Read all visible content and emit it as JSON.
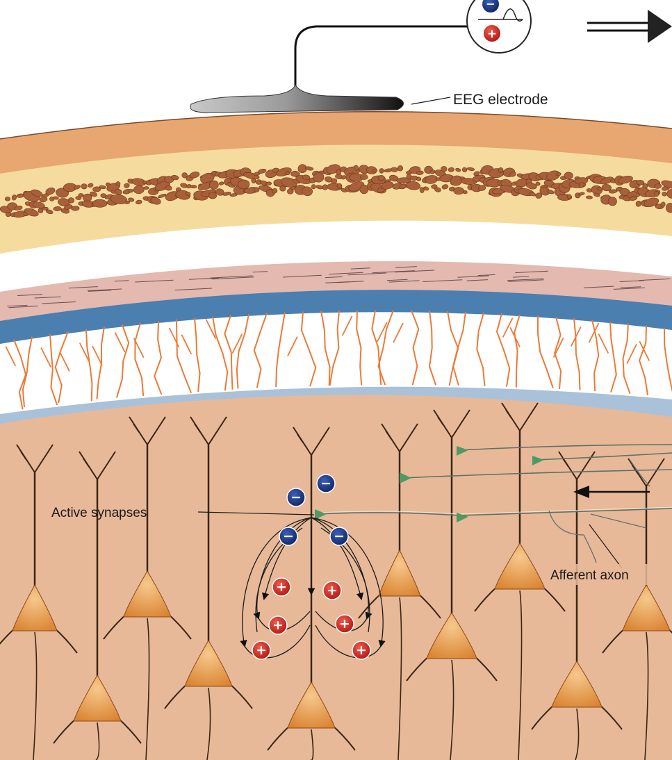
{
  "labels": {
    "electrode": "EEG electrode",
    "synapses": "Active synapses",
    "axon": "Afferent axon"
  },
  "symbols": {
    "negative": "−",
    "positive": "+"
  },
  "icons": {
    "recorder": "waveform-recorder-icon",
    "output_arrow": "arrow-right-icon",
    "flow_arrow": "arrow-left-icon"
  },
  "colors": {
    "scalp": "#e8a671",
    "bone": "#f5dc9e",
    "bone_nodule": "#a8603a",
    "dura": "#e3b9b0",
    "arachnoid": "#4a7fb0",
    "vessel": "#ec7a36",
    "pia": "#a9c2d9",
    "cortex": "#e7b998",
    "neuron_soma": "#e08f3c",
    "synapse": "#4f9a63",
    "negative_ion": "#1d3a86",
    "positive_ion": "#d62b26"
  }
}
